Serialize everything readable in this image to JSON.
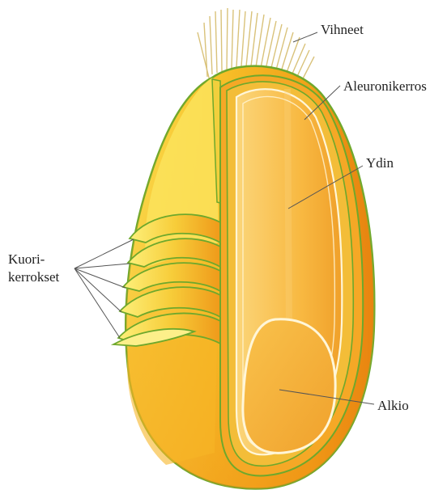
{
  "labels": {
    "awns": "Vihneet",
    "aleurone": "Aleuronikerros",
    "endosperm": "Ydin",
    "husk_line1": "Kuori-",
    "husk_line2": "kerrokset",
    "embryo": "Alkio"
  },
  "colors": {
    "husk_outer": "#f4b61f",
    "husk_dark": "#e88a10",
    "husk_light": "#fbe468",
    "green_edge": "#6ea82c",
    "endosperm": "#f7b33a",
    "endosperm_light": "#fbd27a",
    "white_line": "#fff6d8",
    "awn": "#e9d48a",
    "leader": "#555555"
  }
}
